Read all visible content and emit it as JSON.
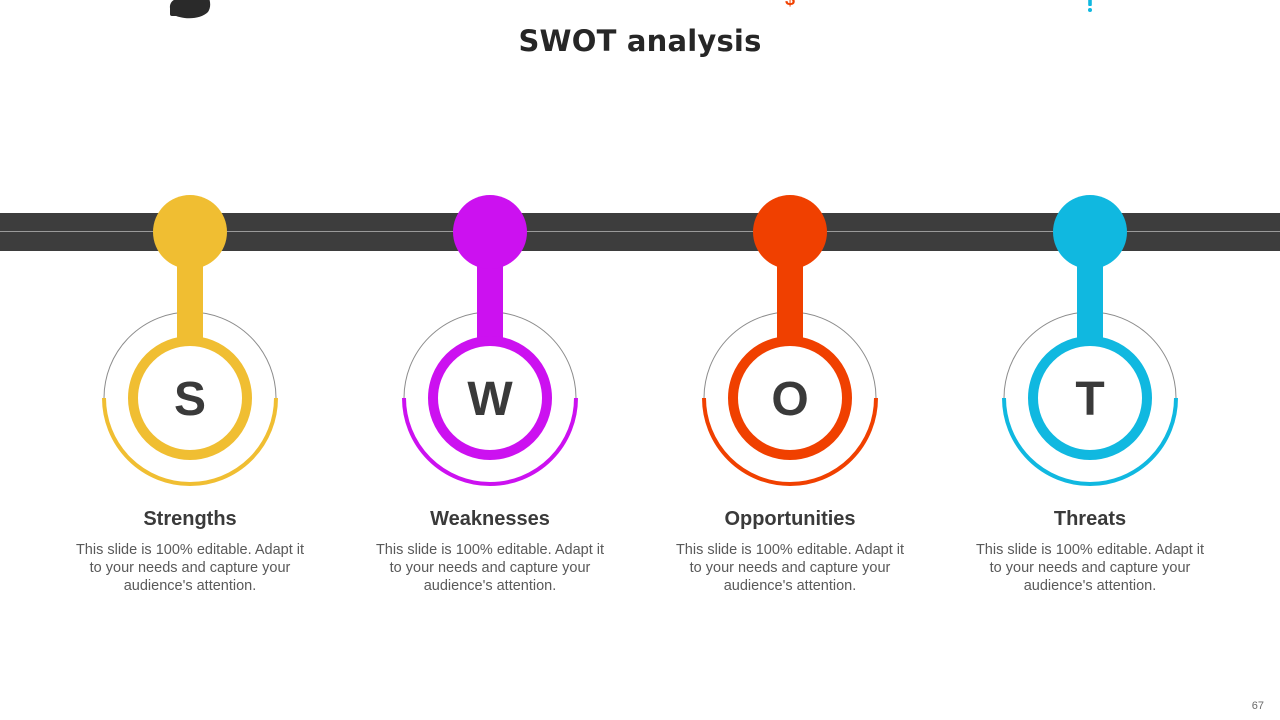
{
  "slide": {
    "title": "SWOT analysis",
    "page_number": "67"
  },
  "items": [
    {
      "letter": "S",
      "label": "Strengths",
      "description": "This slide is 100% editable. Adapt it to your needs and capture your audience's attention.",
      "color": "#F0BE32",
      "icon": "flexed-arm-icon"
    },
    {
      "letter": "W",
      "label": "Weaknesses",
      "description": "This slide is 100% editable. Adapt it to your needs and capture your audience's attention.",
      "color": "#CC11F0",
      "icon": "broken-chain-icon"
    },
    {
      "letter": "O",
      "label": "Opportunities",
      "description": "This slide is 100% editable. Adapt it to your needs and capture your audience's attention.",
      "color": "#F04000",
      "icon": "lightbulb-dollar-icon"
    },
    {
      "letter": "T",
      "label": "Threats",
      "description": "This slide is 100% editable. Adapt it to your needs and capture your audience's attention.",
      "color": "#10B8E0",
      "icon": "warning-triangle-icon"
    }
  ]
}
